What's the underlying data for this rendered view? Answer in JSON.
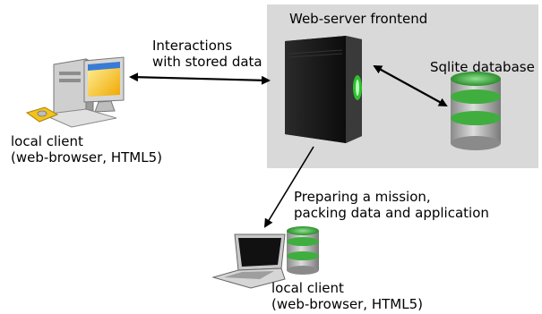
{
  "server": {
    "title": "Web-server frontend"
  },
  "database": {
    "title": "Sqlite  database"
  },
  "links": {
    "client_server": [
      "Interactions",
      "with stored data"
    ],
    "server_laptop": [
      "Preparing a mission,",
      "packing data and application"
    ]
  },
  "clients": {
    "desktop": [
      "local client",
      "(web-browser, HTML5)"
    ],
    "laptop": [
      "local client",
      "(web-browser, HTML5)"
    ]
  },
  "colors": {
    "panel": "#d9d9d9",
    "db_green": "#3fae3f",
    "monitor_screen": "#f5b800",
    "server_body": "#1a1a1a"
  }
}
